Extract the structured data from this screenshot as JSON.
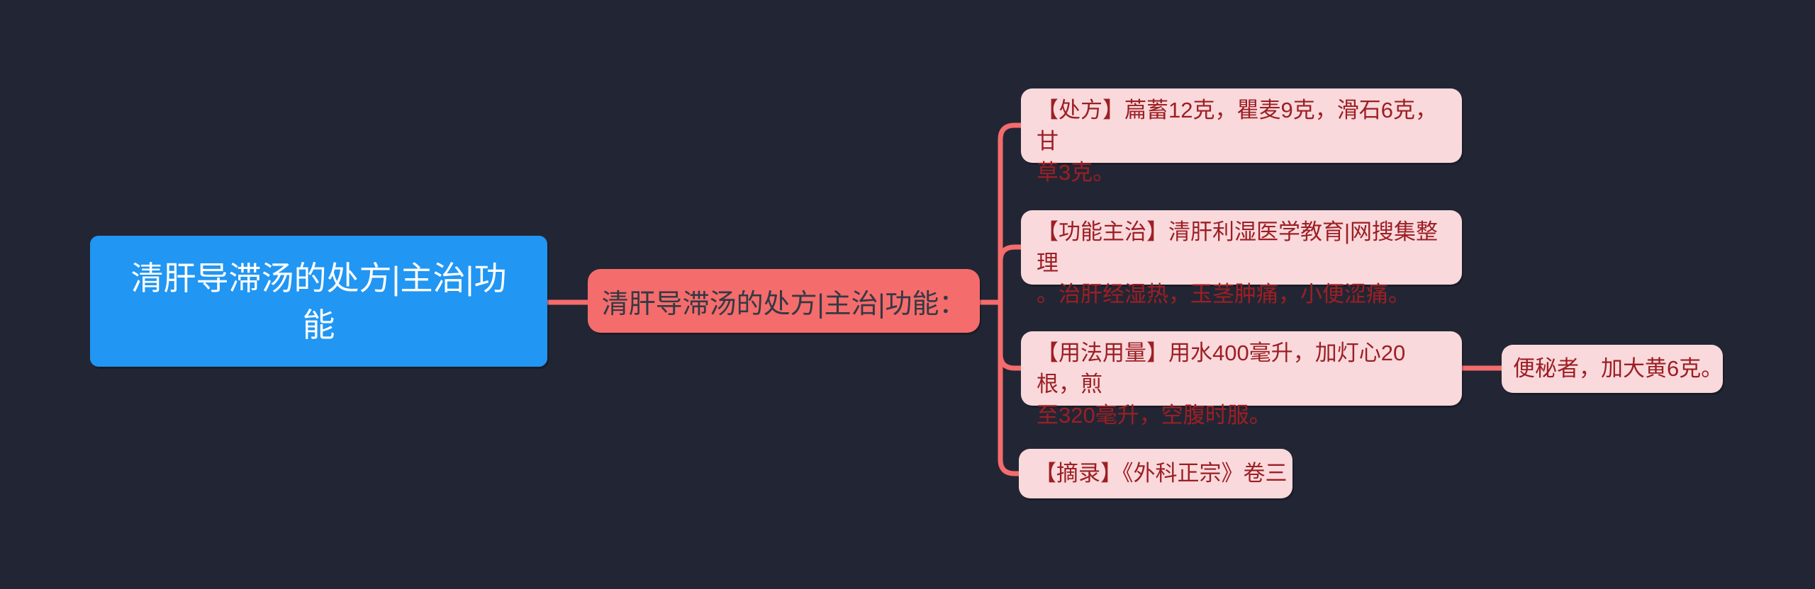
{
  "palette": {
    "background": "#222634",
    "root_fill": "#2196f3",
    "root_text": "#ffffff",
    "center_fill": "#f56c6c",
    "center_text": "#343944",
    "branch_fill": "#f9d9dc",
    "branch_text": "#9c1f24",
    "connector": "#f56c6c"
  },
  "mindmap": {
    "root": {
      "label": "清肝导滞汤的处方|主治|功\n能"
    },
    "center": {
      "label": "清肝导滞汤的处方|主治|功能："
    },
    "branches": [
      {
        "id": "chufang",
        "label": "【处方】萹蓄12克，瞿麦9克，滑石6克，甘\n草3克。"
      },
      {
        "id": "gongneng",
        "label": "【功能主治】清肝利湿医学教育|网搜集整理\n。治肝经湿热，玉茎肿痛，小便涩痛。"
      },
      {
        "id": "yongfa",
        "label": "【用法用量】用水400毫升，加灯心20根，煎\n至320毫升，空腹时服。"
      },
      {
        "id": "zhailu",
        "label": "【摘录】《外科正宗》卷三"
      }
    ],
    "sub_branches": [
      {
        "id": "bianmi",
        "parent": "yongfa",
        "label": "便秘者，加大黄6克。"
      }
    ]
  }
}
